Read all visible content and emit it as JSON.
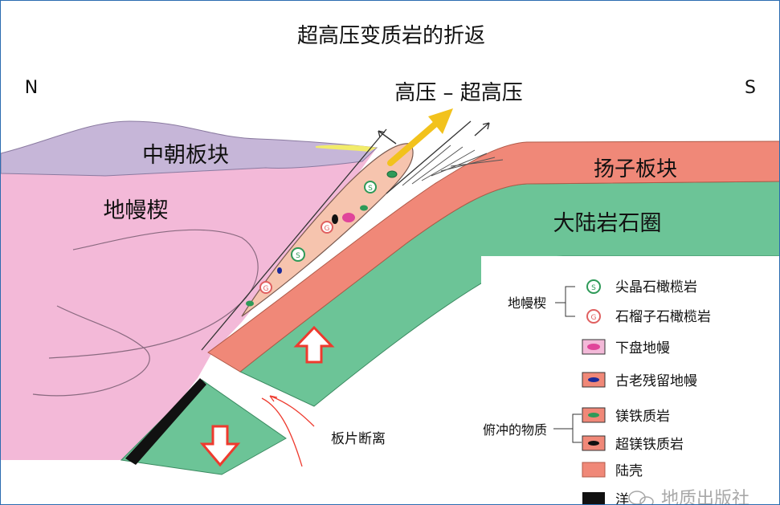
{
  "title": "超高压变质岩的折返",
  "directions": {
    "north": "N",
    "south": "S"
  },
  "exhumation_label": "高压 – 超高压",
  "regions": {
    "north_plate": "中朝板块",
    "mantle_wedge": "地幔楔",
    "south_plate": "扬子板块",
    "continental_lithosphere": "大陆岩石圈"
  },
  "slab_breakoff_label": "板片断离",
  "legend": {
    "group_mantle_wedge": "地幔楔",
    "group_thrust": "俯冲的物质",
    "items": [
      {
        "icon": "spinel-peridotite-icon",
        "label": "尖晶石橄榄岩"
      },
      {
        "icon": "garnet-peridotite-icon",
        "label": "石榴子石橄榄岩"
      },
      {
        "icon": "lower-plate-mantle-icon",
        "label": "下盘地幔"
      },
      {
        "icon": "ancient-relict-mantle-icon",
        "label": "古老残留地幔"
      },
      {
        "icon": "mafic-rock-icon",
        "label": "镁铁质岩"
      },
      {
        "icon": "ultramafic-rock-icon",
        "label": "超镁铁质岩"
      },
      {
        "icon": "continental-crust-icon",
        "label": "陆壳"
      },
      {
        "icon": "black-unit-icon",
        "label": "洋"
      }
    ]
  },
  "watermark": "地质出版社",
  "colors": {
    "north_plate": "#c6b6d8",
    "mantle_wedge": "#f3b9d8",
    "crust": "#f08878",
    "lithosphere": "#6cc497",
    "exhumed": "#f6c4ae",
    "arrow_yellow": "#f2c21c",
    "arrow_red": "#ee3a2e",
    "frame": "#2b6cb0"
  }
}
